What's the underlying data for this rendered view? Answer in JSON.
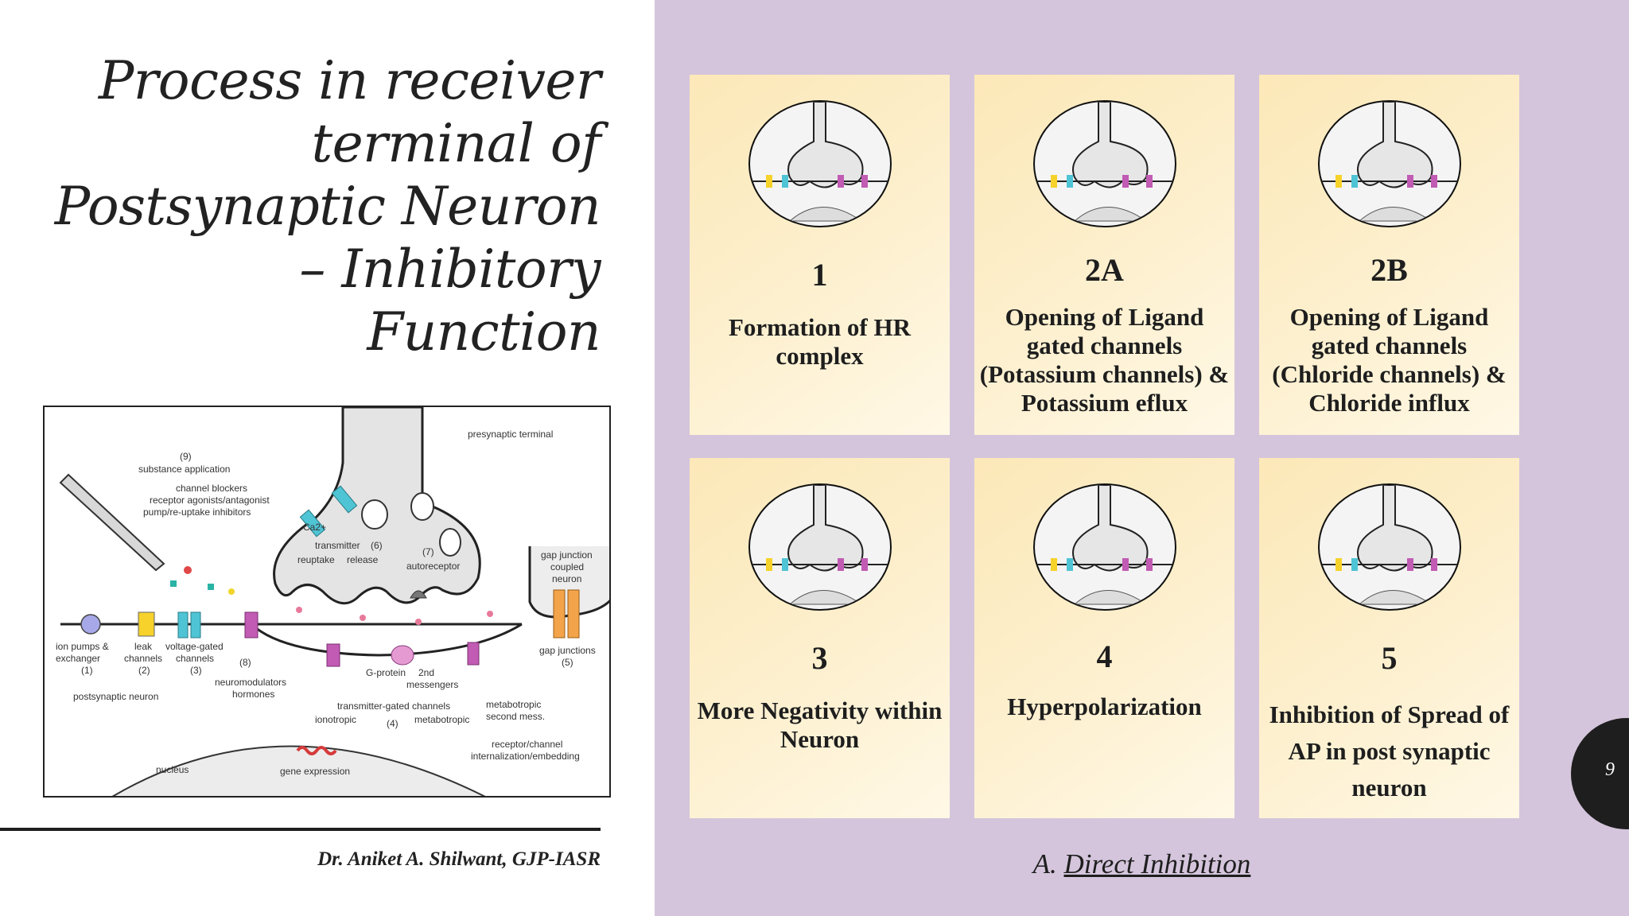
{
  "title": {
    "lines": [
      "Process in receiver",
      "terminal of",
      "Postsynaptic Neuron",
      "– Inhibitory",
      "Function"
    ]
  },
  "figure": {
    "labels": {
      "presynaptic_terminal": "presynaptic terminal",
      "substance_application_num": "(9)",
      "substance_application": "substance application",
      "channel_blockers": "channel blockers",
      "receptor_agonists": "receptor agonists/antagonist",
      "pump_inhibitors": "pump/re-uptake inhibitors",
      "ca": "Ca2+",
      "transmitter": "transmitter",
      "transmitter_num": "(6)",
      "reuptake": "reuptake",
      "release": "release",
      "autoreceptor_num": "(7)",
      "autoreceptor": "autoreceptor",
      "gap_junction_coupled": "gap junction",
      "coupled": "coupled",
      "neuron": "neuron",
      "ion_pumps": "ion pumps &",
      "exchanger": "exchanger",
      "num1": "(1)",
      "leak": "leak",
      "channels_leak": "channels",
      "num2": "(2)",
      "voltage_gated": "voltage-gated",
      "channels_vg": "channels",
      "num3": "(3)",
      "num8": "(8)",
      "neuromodulators": "neuromodulators",
      "hormones": "hormones",
      "gprotein": "G-protein",
      "second": "2nd",
      "messengers": "messengers",
      "gap_junctions": "gap junctions",
      "num5": "(5)",
      "postsynaptic_neuron": "postsynaptic neuron",
      "transmitter_gated": "transmitter-gated channels",
      "ionotropic": "ionotropic",
      "num4": "(4)",
      "metabotropic": "metabotropic",
      "metabotropic2": "metabotropic",
      "second_mess": "second mess.",
      "receptor_channel": "receptor/channel",
      "internalization": "internalization/embedding",
      "nucleus": "nucleus",
      "gene_expression": "gene expression"
    }
  },
  "author": "Dr. Aniket A. Shilwant, GJP-IASR",
  "cards": [
    {
      "num": "1",
      "desc": "Formation of HR complex"
    },
    {
      "num": "2A",
      "desc": "Opening of Ligand gated channels (Potassium channels) & Potassium eflux"
    },
    {
      "num": "2B",
      "desc": "Opening of Ligand gated channels (Chloride channels) & Chloride influx"
    },
    {
      "num": "3",
      "desc": "More Negativity within Neuron"
    },
    {
      "num": "4",
      "desc": "Hyperpolarization"
    },
    {
      "num": "5",
      "desc": "Inhibition of Spread of AP in post synaptic neuron"
    }
  ],
  "caption": {
    "prefix": "A. ",
    "link": "Direct Inhibition"
  },
  "page_number": "9",
  "colors": {
    "right_bg": "#d4c5dc",
    "card_bg": "#fdf0cf",
    "text": "#1e1e1e"
  }
}
